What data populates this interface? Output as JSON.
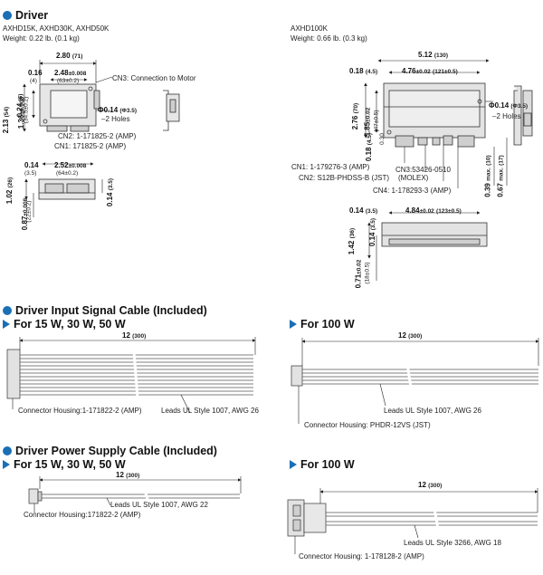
{
  "driver": {
    "heading": "Driver",
    "left": {
      "models": "AXHD15K, AXHD30K, AXHD50K",
      "weight": "Weight: 0.22 lb. (0.1 kg)",
      "dims": {
        "width_top": "2.80",
        "width_top_mm": "(71)",
        "d016": "0.16",
        "d016_mm": "(4)",
        "d248": "2.48",
        "d248_tol": "±0.008",
        "d248_mm": "(63",
        "d248_mm_tol": "±0.2)",
        "d024": "0.24",
        "d024_mm": "(6)",
        "d213": "2.13",
        "d213_mm": "(54)",
        "d136": "1.36",
        "d136_tol": "±0.008",
        "d136_mm": "(34.5",
        "d136_mm_tol": "±0.2)",
        "hole": "Φ0.14",
        "hole_mm": "(Φ3.5)",
        "holes": "2 Holes",
        "d014b": "0.14",
        "d014b_mm": "(3.5)",
        "d252": "2.52",
        "d252_tol": "±0.008",
        "d252_mm": "(64",
        "d252_mm_tol": "±0.2)",
        "d102": "1.02",
        "d102_mm": "(26)",
        "d087": "0.87",
        "d087_tol": "±0.008",
        "d087_mm": "(22",
        "d087_mm_tol": "±0.2)",
        "d014c": "0.14",
        "d014c_mm": "(3.5)"
      },
      "labels": {
        "cn3": "CN3: Connection to Motor",
        "cn2": "CN2: 1-171825-2 (AMP)",
        "cn1": "CN1: 171825-2 (AMP)"
      }
    },
    "right": {
      "model": "AXHD100K",
      "weight": "Weight: 0.66 lb. (0.3 kg)",
      "dims": {
        "d512": "5.12",
        "d512_mm": "(130)",
        "d018": "0.18",
        "d018_mm": "(4.5)",
        "d476": "4.76",
        "d476_tol": "±0.02",
        "d476_mm": "(121",
        "d476_mm_tol": "±0.5)",
        "d276": "2.76",
        "d276_mm": "(70)",
        "d185": "1.85",
        "d185_tol": "±0.02",
        "d185_mm": "(47",
        "d185_mm_tol": "±0.5)",
        "hole": "Φ0.14",
        "hole_mm": "(Φ3.5)",
        "holes": "2 Holes",
        "d018v": "0.18",
        "d018v_mm": "(4.5)",
        "d039": "0.39",
        "d039_max": "max.",
        "d039_mm": "(10)",
        "d067": "0.67",
        "d067_max": "max.",
        "d067_mm": "(17)",
        "d014": "0.14",
        "d014_mm": "(3.5)",
        "d484": "4.84",
        "d484_tol": "±0.02",
        "d484_mm": "(123",
        "d484_mm_tol": "±0.5)",
        "d142": "1.42",
        "d142_mm": "(36)",
        "d014v": "0.14",
        "d014v_mm": "(3.5)",
        "d071": "0.71",
        "d071_tol": "±0.02",
        "d071_mm": "(18",
        "d071_mm_tol": "±0.5)",
        "d030": "0.30",
        "d030_mm": "(7.5)"
      },
      "labels": {
        "cn1": "CN1: 1-179276-3 (AMP)",
        "cn2": "CN2: S12B-PHDSS-B (JST)",
        "cn3a": "CN3:53426-0510",
        "cn3b": "(MOLEX)",
        "cn4": "CN4: 1-178293-3 (AMP)"
      }
    }
  },
  "input_cable": {
    "heading": "Driver Input Signal Cable (Included)",
    "left": {
      "subheading": "For 15 W, 30 W, 50 W",
      "length": "12",
      "length_mm": "(300)",
      "housing": "Connector Housing:1-171822-2 (AMP)",
      "leads": "Leads UL Style 1007, AWG 26"
    },
    "right": {
      "subheading": "For 100 W",
      "length": "12",
      "length_mm": "(300)",
      "leads": "Leads UL Style 1007, AWG 26",
      "housing": "Connector Housing: PHDR-12VS (JST)"
    }
  },
  "power_cable": {
    "heading": "Driver Power Supply Cable (Included)",
    "left": {
      "subheading": "For 15 W, 30 W, 50 W",
      "length": "12",
      "length_mm": "(300)",
      "leads": "Leads UL Style 1007, AWG 22",
      "housing": "Connector Housing:171822-2 (AMP)"
    },
    "right": {
      "subheading": "For 100 W",
      "length": "12",
      "length_mm": "(300)",
      "leads": "Leads UL Style 3266, AWG 18",
      "housing": "Connector Housing: 1-178128-2 (AMP)"
    }
  },
  "colors": {
    "accent": "#1a6fb5",
    "line": "#333333",
    "fill": "#dddddd"
  }
}
